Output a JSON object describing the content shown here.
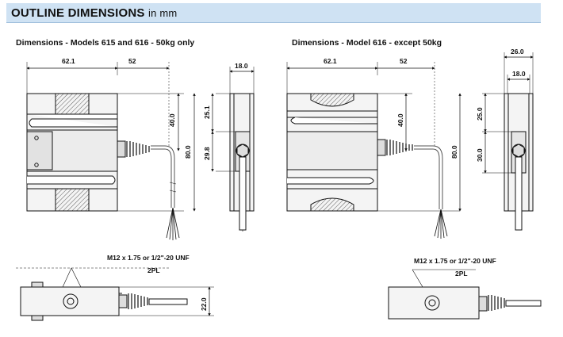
{
  "header": {
    "title": "OUTLINE DIMENSIONS",
    "unit": "in mm"
  },
  "left": {
    "caption": "Dimensions - Models 615 and 616 - 50kg only",
    "dims": {
      "w1": "62.1",
      "w2": "52",
      "h40": "40.0",
      "h80": "80.0",
      "h25": "25.1",
      "h29": "29.8",
      "side": "18.0"
    },
    "bottom": {
      "thread": "M12 x 1.75 or 1/2\"-20 UNF",
      "qty": "2PL",
      "height": "22.0"
    }
  },
  "right": {
    "caption": "Dimensions - Model 616 - except 50kg",
    "dims": {
      "w1": "62.1",
      "w2": "52",
      "h40": "40.0",
      "h80": "80.0",
      "h25": "25.0",
      "h30": "30.0",
      "side1": "26.0",
      "side2": "18.0"
    },
    "bottom": {
      "thread": "M12 x 1.75 or 1/2\"-20 UNF",
      "qty": "2PL"
    }
  },
  "colors": {
    "header_bg": "#cfe2f3"
  }
}
